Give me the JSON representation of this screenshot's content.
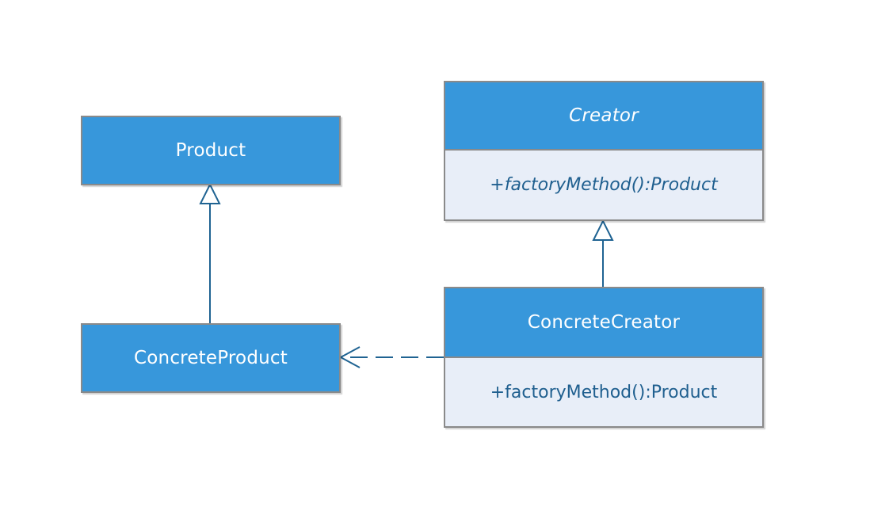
{
  "diagram": {
    "type": "uml-class-diagram",
    "pattern": "Factory Method",
    "colors": {
      "header_fill": "#3797db",
      "body_fill": "#e8eef8",
      "border": "#8a8a8a",
      "connector": "#1f6392",
      "header_text": "#ffffff",
      "body_text": "#1f5f8f"
    },
    "classes": {
      "product": {
        "name": "Product",
        "abstract": false,
        "operations": []
      },
      "concrete_product": {
        "name": "ConcreteProduct",
        "abstract": false,
        "operations": []
      },
      "creator": {
        "name": "Creator",
        "abstract": true,
        "operations": [
          "+factoryMethod():Product"
        ]
      },
      "concrete_creator": {
        "name": "ConcreteCreator",
        "abstract": false,
        "operations": [
          "+factoryMethod():Product"
        ]
      }
    },
    "relationships": [
      {
        "type": "generalization",
        "from": "ConcreteProduct",
        "to": "Product"
      },
      {
        "type": "generalization",
        "from": "ConcreteCreator",
        "to": "Creator"
      },
      {
        "type": "dependency",
        "from": "ConcreteCreator",
        "to": "ConcreteProduct"
      }
    ]
  }
}
